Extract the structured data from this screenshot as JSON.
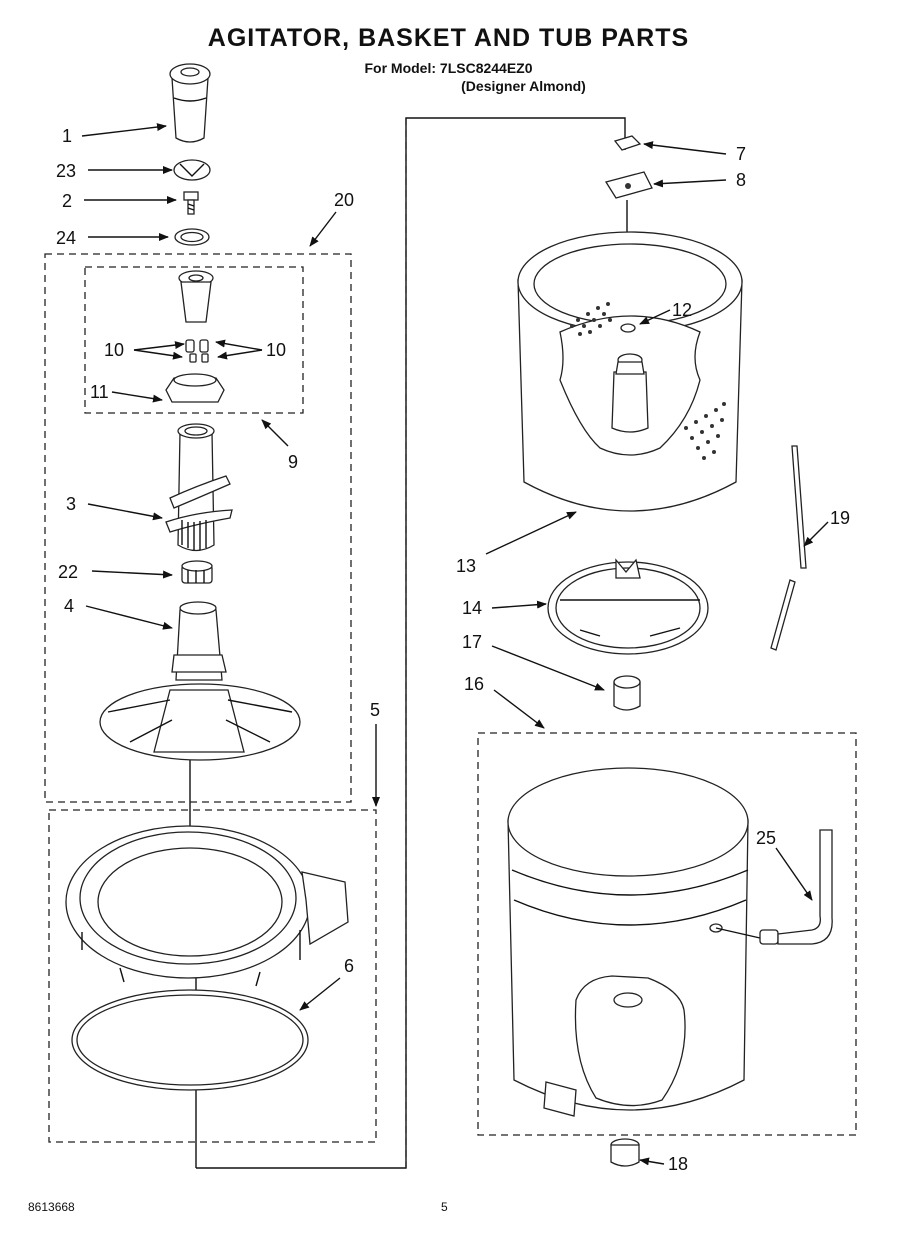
{
  "header": {
    "title": "AGITATOR, BASKET AND TUB PARTS",
    "model_line": "For Model: 7LSC8244EZ0",
    "variant_line": "(Designer Almond)"
  },
  "footer": {
    "doc_number": "8613668",
    "page_number": "5"
  },
  "callouts": {
    "c1": "1",
    "c2": "2",
    "c3": "3",
    "c4": "4",
    "c5": "5",
    "c6": "6",
    "c7": "7",
    "c8": "8",
    "c9": "9",
    "c10a": "10",
    "c10b": "10",
    "c11": "11",
    "c12": "12",
    "c13": "13",
    "c14": "14",
    "c16": "16",
    "c17": "17",
    "c18": "18",
    "c19": "19",
    "c20": "20",
    "c22": "22",
    "c23": "23",
    "c24": "24",
    "c25": "25"
  }
}
